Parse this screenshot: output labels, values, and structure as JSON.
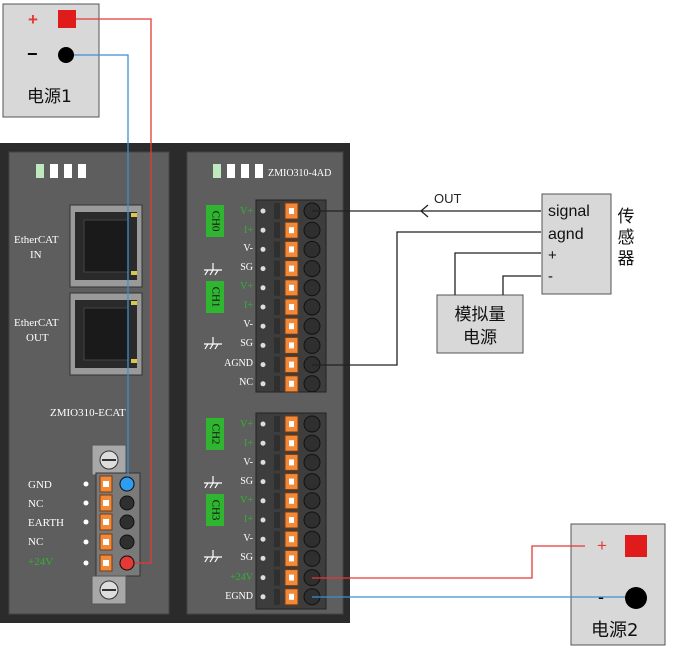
{
  "power_supply_1": {
    "plus": "+",
    "minus": "−",
    "label": "电源1"
  },
  "power_supply_2": {
    "plus": "+",
    "minus": "-",
    "label": "电源2"
  },
  "ecat_module": {
    "ethercat_in": [
      "EtherCAT",
      "IN"
    ],
    "ethercat_out": [
      "EtherCAT",
      "OUT"
    ],
    "model": "ZMIO310-ECAT",
    "terminals": [
      "GND",
      "NC",
      "EARTH",
      "NC",
      "+24V"
    ]
  },
  "ad_module": {
    "model": "ZMIO310-4AD",
    "channels": [
      "CH0",
      "CH1",
      "CH2",
      "CH3"
    ],
    "pins_v_plus": "V+",
    "pins_i_plus": "I+",
    "pins_v_minus": "V-",
    "pins_sg": "SG",
    "agnd": "AGND",
    "nc": "NC",
    "plus24v": "+24V",
    "egnd": "EGND"
  },
  "sensor": {
    "pins": [
      "signal",
      "agnd",
      "+",
      "-"
    ],
    "label": "传感器",
    "out_label": "OUT"
  },
  "analog_supply": {
    "line1": "模拟量",
    "line2": "电源"
  },
  "colors": {
    "red_wire": "#e53935",
    "blue_wire": "#3b8fd6",
    "channel_green": "#2fb52f",
    "module_dark": "#333333",
    "module_body": "#5a5a5a",
    "terminal_orange": "#f08a3a"
  }
}
